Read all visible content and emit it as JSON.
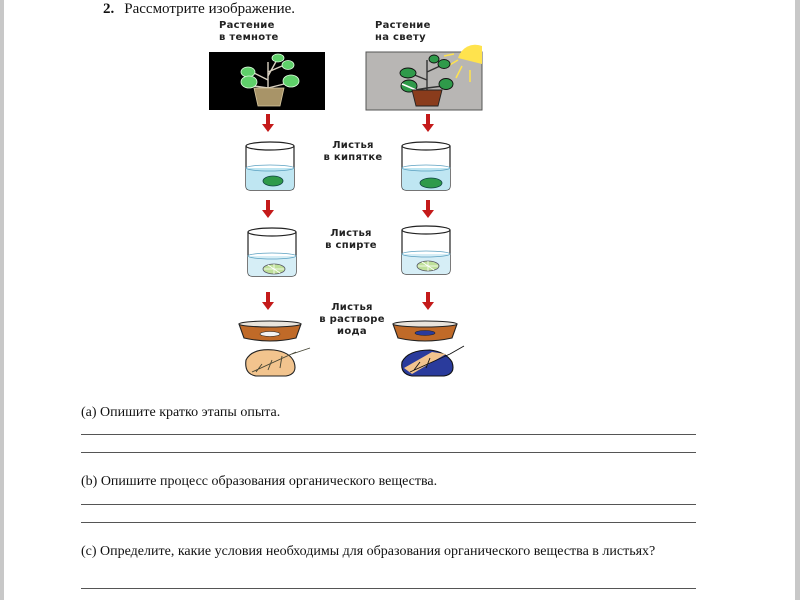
{
  "question": {
    "number": "2.",
    "title": "Рассмотрите изображение."
  },
  "figure": {
    "columns": [
      {
        "label_line1": "Растение",
        "label_line2": "в темноте",
        "background": "#000000",
        "leaf_color": "#5fd06a",
        "pot_color": "#a89468",
        "final_leaf": "no-starch"
      },
      {
        "label_line1": "Растение",
        "label_line2": "на свету",
        "background": "#b8b6b4",
        "leaf_color": "#2f9a4a",
        "pot_color": "#8a3c1c",
        "final_leaf": "starch-blue"
      }
    ],
    "steps": [
      {
        "line1": "Листья",
        "line2": "в кипятке",
        "line3": ""
      },
      {
        "line1": "Листья",
        "line2": "в спирте",
        "line3": ""
      },
      {
        "line1": "Листья",
        "line2": "в растворе",
        "line3": "иода"
      }
    ],
    "colors": {
      "arrow": "#c41a1a",
      "water": "#bfe6f2",
      "iodine": "#c06a28",
      "leaf_plain": "#f2c48e",
      "starch": "#2a3b9c",
      "sun": "#ffe34d"
    }
  },
  "subquestions": [
    {
      "label": "(a) Опишите кратко этапы опыта.",
      "answer_lines": 2
    },
    {
      "label": "(b) Опишите процесс образования органического вещества.",
      "answer_lines": 2
    },
    {
      "label": "(c) Определите, какие условия необходимы для образования органического вещества в листьях?",
      "answer_lines": 1
    }
  ]
}
